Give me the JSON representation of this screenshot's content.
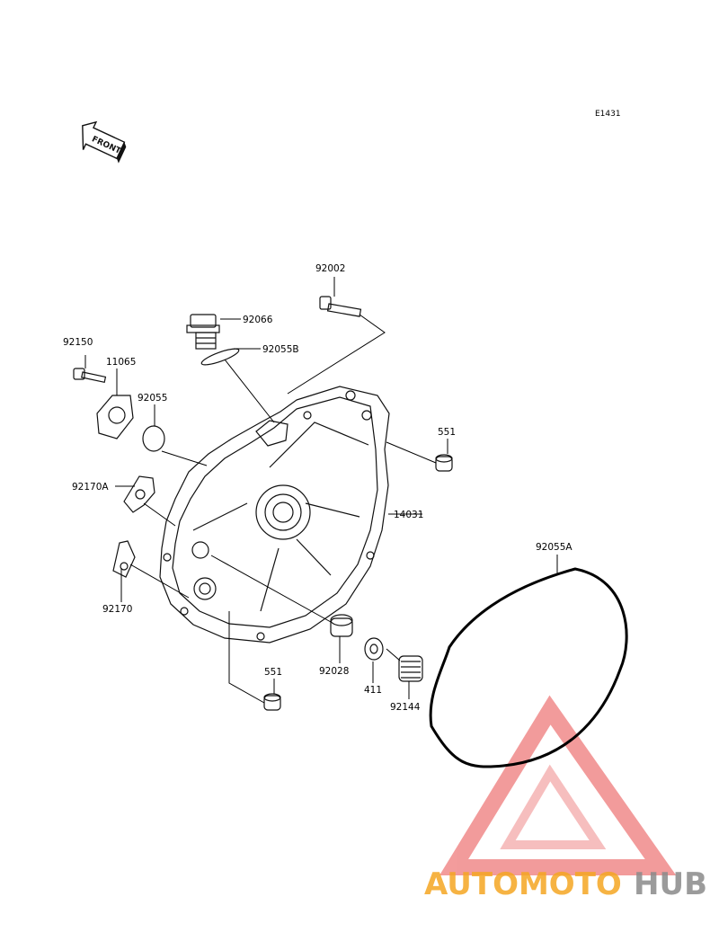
{
  "diagram_code": "E1431",
  "front_label": "FRONT",
  "labels": {
    "p92002": "92002",
    "p92066": "92066",
    "p92055B": "92055B",
    "p92150": "92150",
    "p11065": "11065",
    "p92055": "92055",
    "p551_top": "551",
    "p14031": "14031",
    "p92170A": "92170A",
    "p92055A": "92055A",
    "p92170": "92170",
    "p551_bottom": "551",
    "p92028": "92028",
    "p411": "411",
    "p92144": "92144"
  },
  "watermark": {
    "part1": "AUTOMOTO",
    "part2": "HUB",
    "color_orange": "#f5a623",
    "color_red": "#e94a4a",
    "color_gray": "#8a8a8a"
  }
}
